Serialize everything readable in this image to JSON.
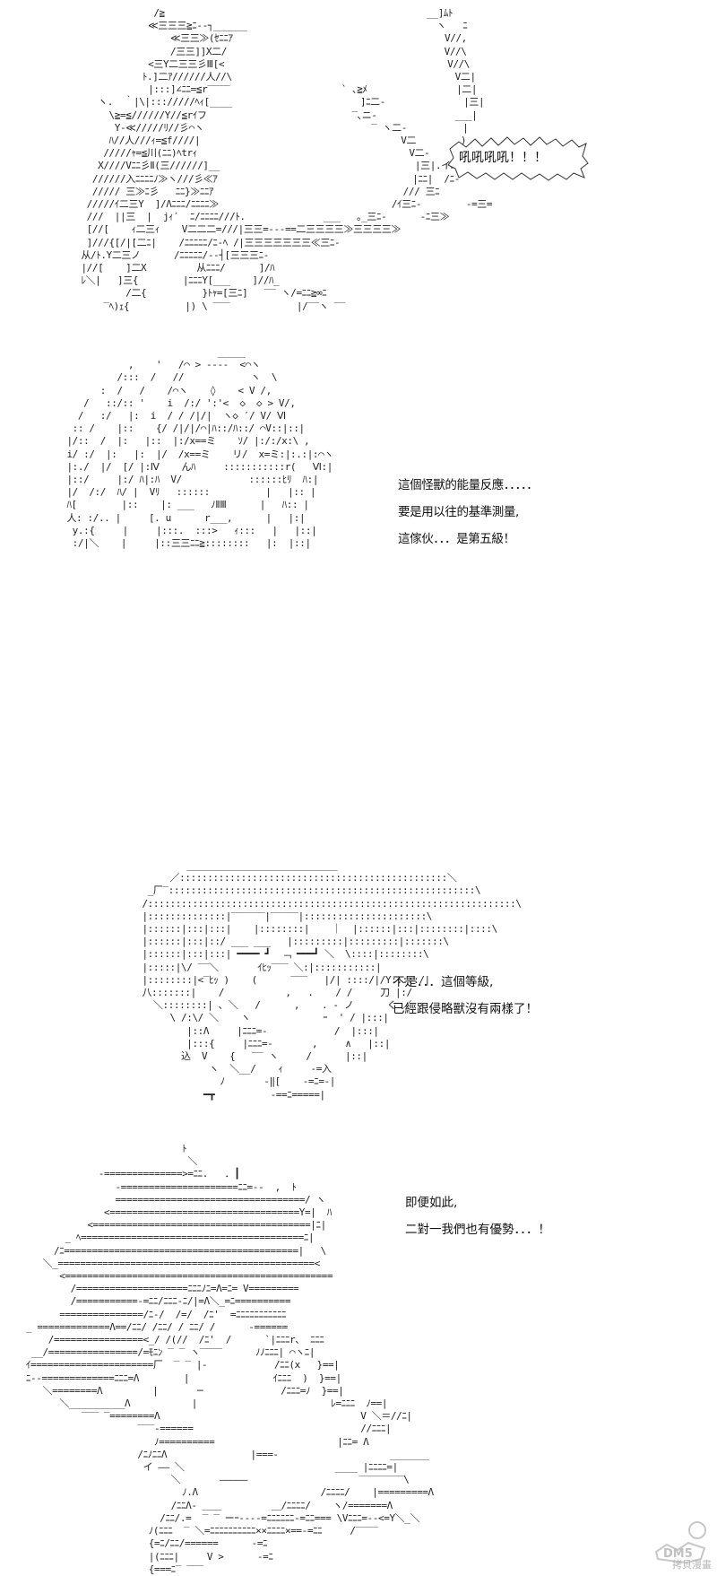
{
  "panels": [
    {
      "shout": "吼吼吼吼！！！",
      "lines": []
    },
    {
      "shout": "",
      "lines": [
        "這個怪獸的能量反應．．．．．",
        "要是用以往的基準測量,",
        "這傢伙．．．是第五級！"
      ]
    },
    {
      "shout": "",
      "lines": [
        "不是．．．這個等級,",
        "已經跟侵略獸沒有兩樣了！"
      ]
    },
    {
      "shout": "",
      "lines": [
        "即便如此,",
        "二對一我們也有優勢．．．！"
      ]
    }
  ],
  "watermark": {
    "logo": "DM5",
    "text": "拷貝漫畫"
  }
}
